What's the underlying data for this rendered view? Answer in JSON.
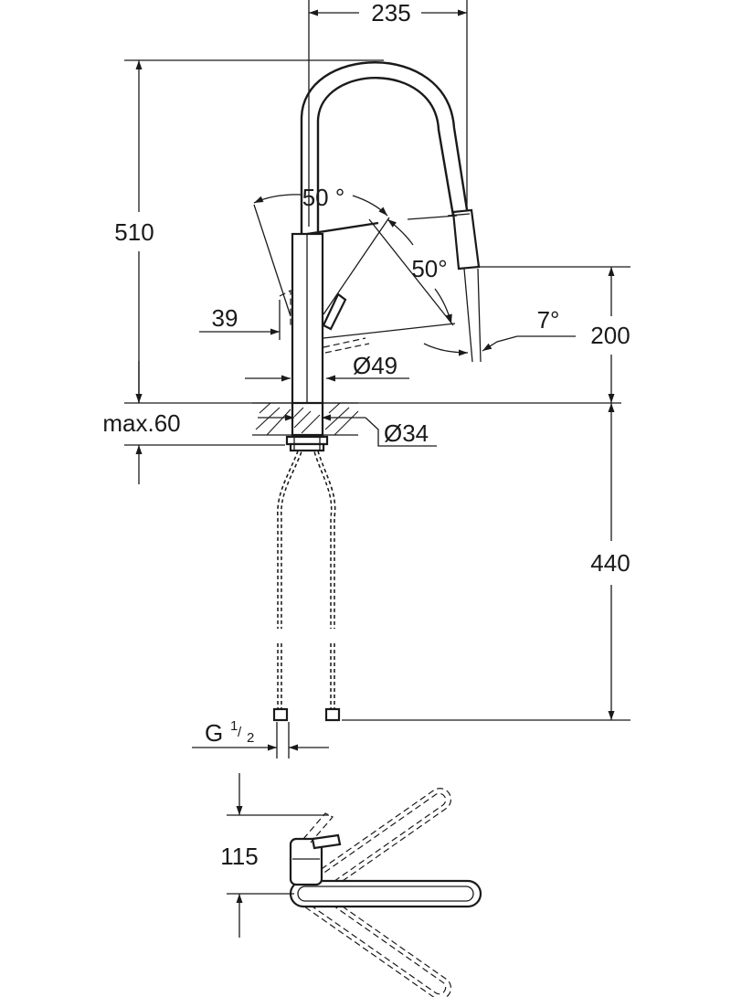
{
  "drawing": {
    "dimensions": {
      "width_top": "235",
      "height_total": "510",
      "angle_lever": "50 °",
      "angle_spout": "50°",
      "angle_tilt": "7°",
      "height_spout": "200",
      "lever_offset": "39",
      "base_diameter": "Ø49",
      "counter_thickness": "max.60",
      "hole_diameter": "Ø34",
      "hose_length": "440",
      "thread_main": "G",
      "thread_num": "1",
      "thread_den": "2",
      "plan_offset": "115"
    }
  }
}
